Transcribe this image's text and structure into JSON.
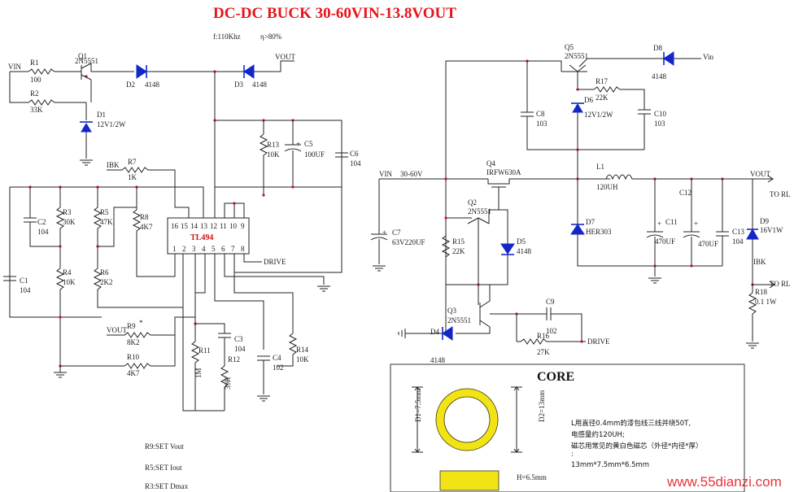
{
  "title": "DC-DC BUCK 30-60VIN-13.8VOUT",
  "specs": {
    "freq": "f:110Khz",
    "eff": "η>80%"
  },
  "ic": {
    "name": "TL494",
    "pins_top": [
      "16",
      "15",
      "14",
      "13",
      "12",
      "11",
      "10",
      "9"
    ],
    "pins_bottom": [
      "1",
      "2",
      "3",
      "4",
      "5",
      "6",
      "7",
      "8"
    ]
  },
  "nets": {
    "vin_left": "VIN",
    "vout_top": "VOUT",
    "vin_right": "Vin",
    "ibk_left": "IBK",
    "vout_mid": "VOUT",
    "drive1": "DRIVE",
    "vin_main": "VIN",
    "vin_main_val": "30-60V",
    "vout_main": "VOUT",
    "to_rl1": "TO RL",
    "to_rl2": "TO RL",
    "ibk_right": "IBK",
    "drive2": "DRIVE"
  },
  "parts": {
    "Q1": "Q1",
    "Q1v": "2N5551",
    "R1": "R1",
    "R1v": "100",
    "R2": "R2",
    "R2v": "33K",
    "D1": "D1",
    "D1v": "12V1/2W",
    "D2": "D2",
    "D2v": "4148",
    "D3": "D3",
    "D3v": "4148",
    "R13": "R13",
    "R13v": "10K",
    "C5": "C5",
    "C5v": "100UF",
    "C5p": "+",
    "C6": "C6",
    "C6v": "104",
    "R7": "R7",
    "R7v": "1K",
    "C2": "C2",
    "C2v": "104",
    "R3": "R3",
    "R3v": "30K",
    "R5": "R5",
    "R5v": "47K",
    "R8": "R8",
    "R8v": "4K7",
    "C1": "C1",
    "C1v": "104",
    "R4": "R4",
    "R4v": "10K",
    "R6": "R6",
    "R6v": "2K2",
    "R9": "R9",
    "R9v": "8K2",
    "R9s": "*",
    "R10": "R10",
    "R10v": "4K7",
    "R11": "R11",
    "R11v": "1M",
    "R12": "R12",
    "R12v": "39K",
    "C3": "C3",
    "C3v": "104",
    "C4": "C4",
    "C4v": "102",
    "R14": "R14",
    "R14v": "10K",
    "Q5": "Q5",
    "Q5v": "2N5551",
    "D8": "D8",
    "D8v": "4148",
    "R17": "R17",
    "R17v": "22K",
    "D6": "D6",
    "D6v": "12V1/2W",
    "C8": "C8",
    "C8v": "103",
    "C10": "C10",
    "C10v": "103",
    "Q4": "Q4",
    "Q4v": "IRFW630A",
    "L1": "L1",
    "L1v": "120UH",
    "Q2": "Q2",
    "Q2v": "2N5551",
    "C7": "C7",
    "C7v": "63V220UF",
    "C7p": "+",
    "R15": "R15",
    "R15v": "22K",
    "D5": "D5",
    "D5v": "4148",
    "D7": "D7",
    "D7v": "HER303",
    "C11": "C11",
    "C11v": "470UF",
    "C11p": "+",
    "C12": "C12",
    "C12v": "470UF",
    "C12p": "+",
    "C13": "C13",
    "C13v": "104",
    "D9": "D9",
    "D9v": "16V1W",
    "R18": "R18",
    "R18v": "0.1 1W",
    "Q3": "Q3",
    "Q3v": "2N5551",
    "D4": "D4",
    "D4v": "4148",
    "C9": "C9",
    "C9v": "102",
    "R16": "R16",
    "R16v": "27K"
  },
  "notes": [
    "R9:SET Vout",
    "R5:SET Iout",
    "R3:SET Dmax"
  ],
  "core": {
    "title": "CORE",
    "d1": "D1=7.5mm",
    "d2": "D2=13mm",
    "h": "H=6.5mm",
    "text": [
      "L用直径0.4mm的漆包线三线并绕50T,",
      "电感量约120UH;",
      "磁芯用常见的黄白色磁芯（外径*内径*厚）",
      ":",
      "13mm*7.5mm*6.5mm"
    ]
  },
  "watermark": "www.55dianzi.com"
}
